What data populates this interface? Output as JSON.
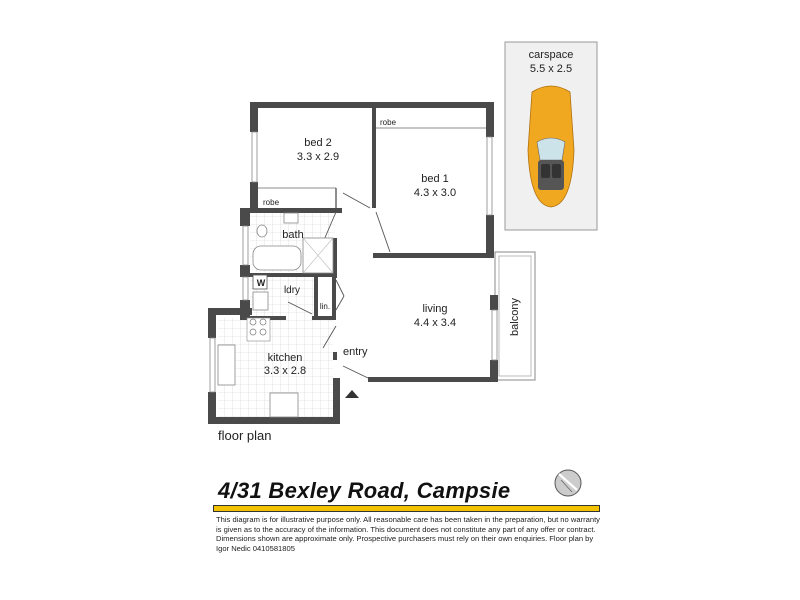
{
  "property": {
    "address": "4/31 Bexley Road, Campsie",
    "plan_label": "floor plan"
  },
  "rooms": {
    "bed2": {
      "name": "bed 2",
      "dims": "3.3 x 2.9"
    },
    "bed1": {
      "name": "bed 1",
      "dims": "4.3 x 3.0"
    },
    "living": {
      "name": "living",
      "dims": "4.4 x 3.4"
    },
    "kitchen": {
      "name": "kitchen",
      "dims": "3.3 x 2.8"
    },
    "carspace": {
      "name": "carspace",
      "dims": "5.5 x 2.5"
    },
    "bath": {
      "name": "bath"
    },
    "laundry": {
      "name": "ldry"
    },
    "linen": {
      "name": "lin."
    },
    "entry": {
      "name": "entry"
    },
    "balcony": {
      "name": "balcony"
    },
    "robe_bed1": {
      "name": "robe"
    },
    "robe_bed2": {
      "name": "robe"
    },
    "washer": {
      "name": "W"
    }
  },
  "disclaimer": "This diagram is for illustrative purpose only. All reasonable care has been taken in the preparation, but no warranty is given as to the accuracy of the information. This document does not constitute any part of any offer or contract. Dimensions shown are approximate only. Prospective purchasers must rely on their own enquiries. Floor plan by Igor Nedic 0410581805",
  "colors": {
    "wall": "#4a4a4a",
    "accent_bar": "#f2c200",
    "car": "#f0a820",
    "carspace_bg": "#f0f0f0"
  }
}
